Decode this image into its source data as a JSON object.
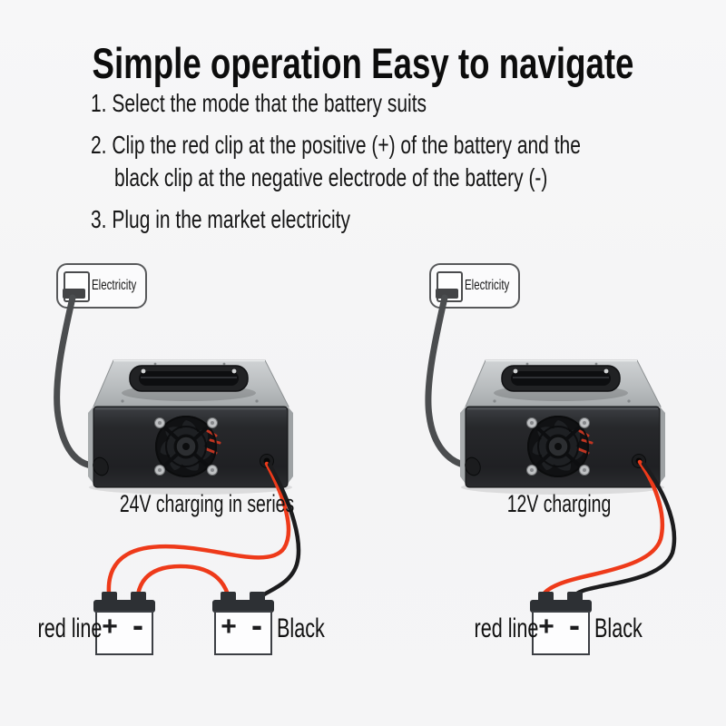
{
  "title": "Simple operation Easy to navigate",
  "steps": [
    {
      "lines": [
        "1. Select the mode that the battery suits"
      ]
    },
    {
      "lines": [
        "2. Clip the red clip at the positive (+) of the battery and the",
        "black clip at the negative electrode of the battery (-)"
      ]
    },
    {
      "lines": [
        "3. Plug in the market electricity"
      ]
    }
  ],
  "diagrams": [
    {
      "caption": "24V charging in series",
      "electricity_label": "Electricity",
      "socket_icon": "power-plug-in-socket-icon",
      "red_label": "red line",
      "black_label": "Black",
      "batteries": [
        {
          "plus": "+",
          "minus": "-"
        },
        {
          "plus": "+",
          "minus": "-"
        }
      ]
    },
    {
      "caption": "12V charging",
      "electricity_label": "Electricity",
      "socket_icon": "power-plug-in-socket-icon",
      "red_label": "red line",
      "black_label": "Black",
      "batteries": [
        {
          "plus": "+",
          "minus": "-"
        }
      ]
    }
  ],
  "colors": {
    "background": "#f5f5f6",
    "red_wire": "#ee3a1a",
    "black_wire": "#1c1c1e",
    "ac_wire": "#4b4d4f",
    "text": "#141414"
  }
}
